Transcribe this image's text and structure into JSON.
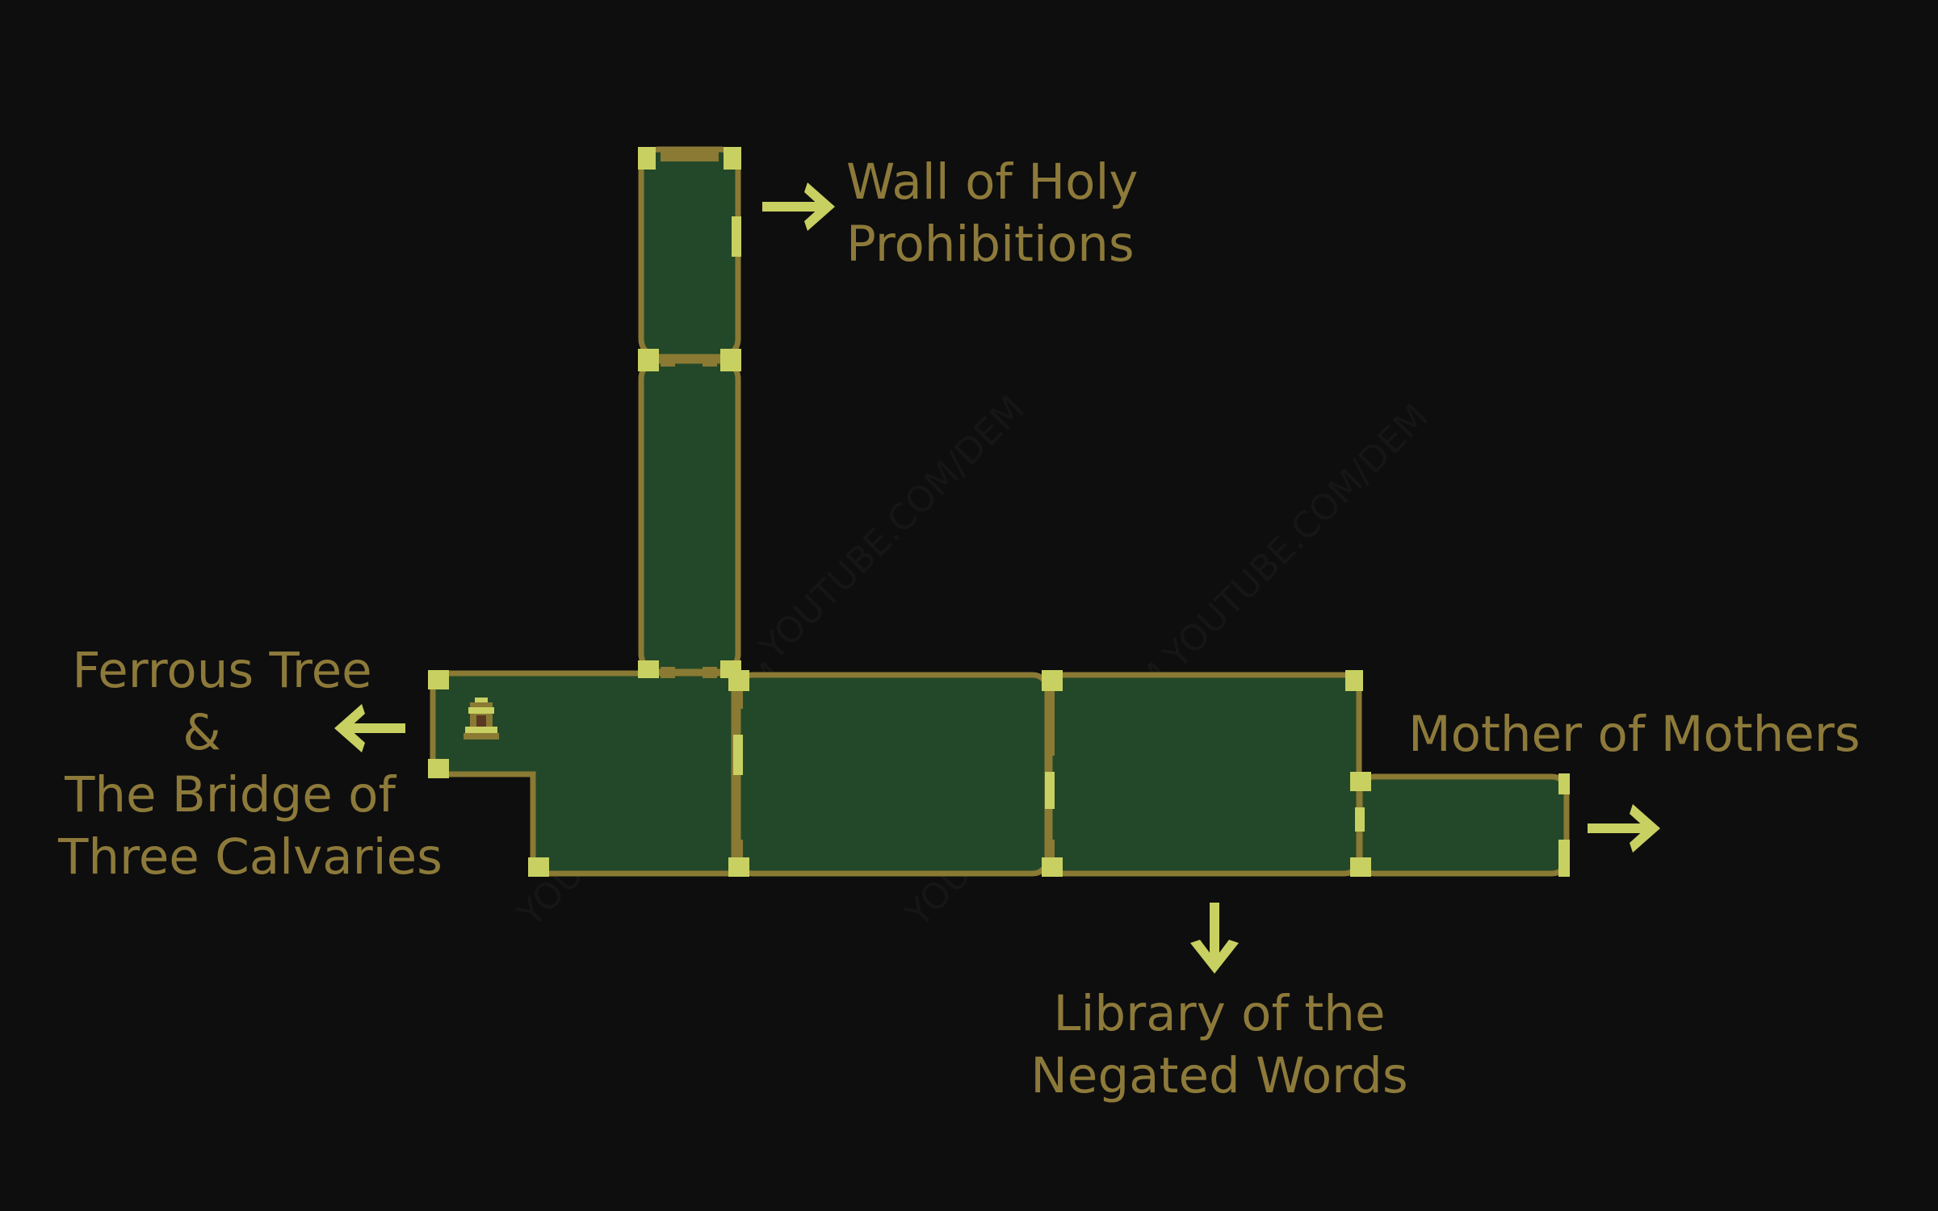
{
  "map": {
    "watermark": "YOUTUBE.COM/DEM",
    "exits": {
      "north": {
        "line1": "Wall of Holy",
        "line2": "Prohibitions"
      },
      "west": {
        "line1": "Ferrous Tree",
        "line2": "&",
        "line3": "The Bridge of",
        "line4": "Three Calvaries"
      },
      "east": {
        "line1": "Mother of Mothers"
      },
      "south": {
        "line1": "Library of the",
        "line2": "Negated Words"
      }
    },
    "marker_icon": "prie-dieu-save-icon",
    "colors": {
      "background": "#0e0e0e",
      "room_fill": "#234829",
      "room_border": "#8a7a34",
      "door_highlight": "#c8d061",
      "label_text": "#8d7a3a"
    }
  }
}
